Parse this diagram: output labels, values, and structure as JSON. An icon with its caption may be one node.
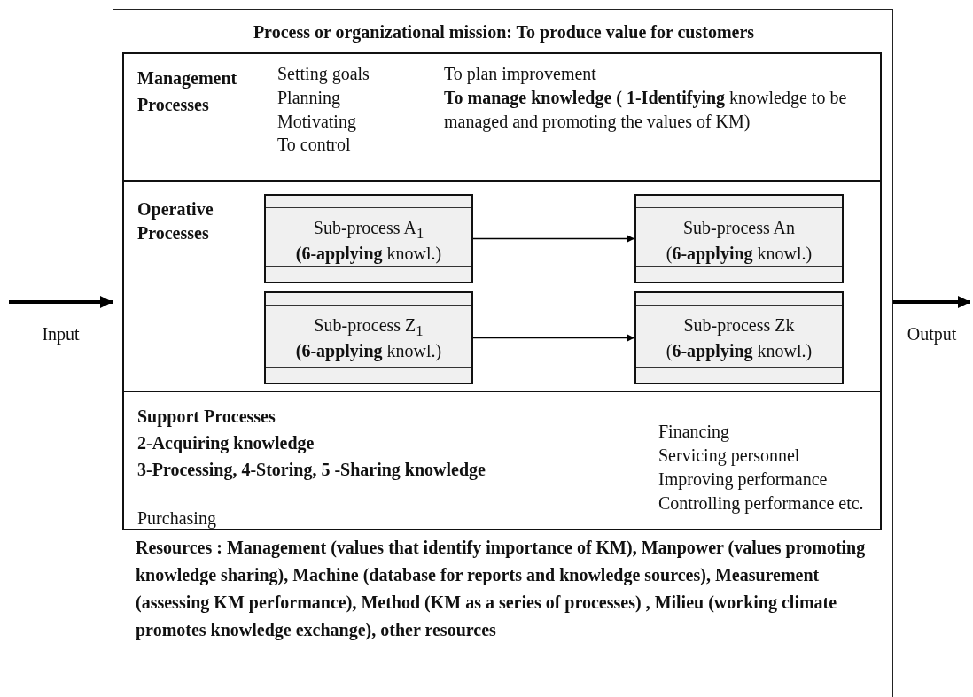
{
  "diagram": {
    "nodes": [
      {
        "text": [
          "Process or organizational mission: To produce value for customers",
          "Resources :  Management (values that identify importance of KM), Manpower (values promoting knowledge sharing), Machine (database for reports and knowledge sources), Measurement (assessing KM performance), Method (KM as a series of processes) , Milieu (working climate promotes knowledge exchange), other resources"
        ]
      },
      {
        "text": [
          "Management Processes",
          "Setting goals",
          "Planning",
          "Motivating",
          "To control",
          "To plan improvement",
          "**To manage knowledge ( 1-Identifying** knowledge to be managed and promoting the values of KM)"
        ],
        "in": 0
      },
      {
        "text": [
          "Operative Processes"
        ],
        "in": 0
      },
      {
        "text": [
          "Sub-process A$_{1}$",
          "**(6-applying** knowl.)"
        ],
        "in": 2
      },
      {
        "text": [
          "Sub-process An",
          "(**6-applying** knowl.)"
        ],
        "in": 2
      },
      {
        "text": [
          "Sub-process Z$_{1}$",
          "**(6-applying** knowl.)"
        ],
        "in": 2
      },
      {
        "text": [
          "Sub-process Zk",
          "(**6-applying** knowl.)"
        ],
        "in": 2
      },
      {
        "text": [
          "Support Processes",
          "2-Acquiring knowledge",
          "3-Processing, 4-Storing, 5 -Sharing knowledge",
          "Purchasing",
          "Financing",
          "Servicing personnel",
          "Improving performance",
          "Controlling performance etc."
        ],
        "in": 0
      }
    ],
    "edges": [
      {
        "from": null,
        "to": 0,
        "arrow": "to",
        "label": "Input",
        "style": "thick"
      },
      {
        "from": 0,
        "to": null,
        "arrow": "to",
        "label": "Output",
        "style": "thick"
      },
      {
        "from": 3,
        "to": 4,
        "arrow": "to"
      },
      {
        "from": 5,
        "to": 6,
        "arrow": "to"
      }
    ]
  }
}
